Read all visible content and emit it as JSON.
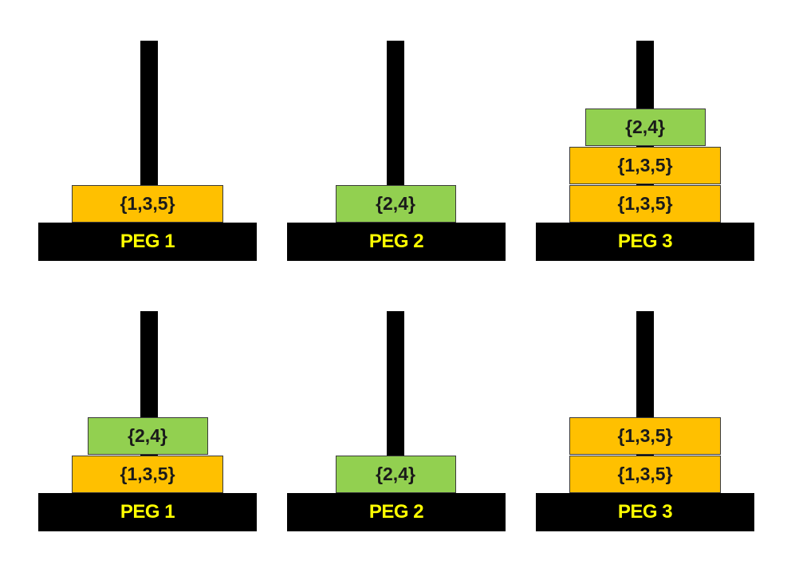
{
  "colors": {
    "base": "#000000",
    "label": "#FFFF00",
    "odd_disk": "#FFC000",
    "even_disk": "#92D050"
  },
  "rows": [
    {
      "pegs": [
        {
          "label": "PEG 1",
          "disks": [
            {
              "text": "{1,3,5}",
              "type": "odd"
            }
          ]
        },
        {
          "label": "PEG 2",
          "disks": [
            {
              "text": "{2,4}",
              "type": "even"
            }
          ]
        },
        {
          "label": "PEG 3",
          "disks": [
            {
              "text": "{1,3,5}",
              "type": "odd"
            },
            {
              "text": "{1,3,5}",
              "type": "odd"
            },
            {
              "text": "{2,4}",
              "type": "even"
            }
          ]
        }
      ]
    },
    {
      "pegs": [
        {
          "label": "PEG 1",
          "disks": [
            {
              "text": "{1,3,5}",
              "type": "odd"
            },
            {
              "text": "{2,4}",
              "type": "even"
            }
          ]
        },
        {
          "label": "PEG 2",
          "disks": [
            {
              "text": "{2,4}",
              "type": "even"
            }
          ]
        },
        {
          "label": "PEG 3",
          "disks": [
            {
              "text": "{1,3,5}",
              "type": "odd"
            },
            {
              "text": "{1,3,5}",
              "type": "odd"
            }
          ]
        }
      ]
    }
  ]
}
